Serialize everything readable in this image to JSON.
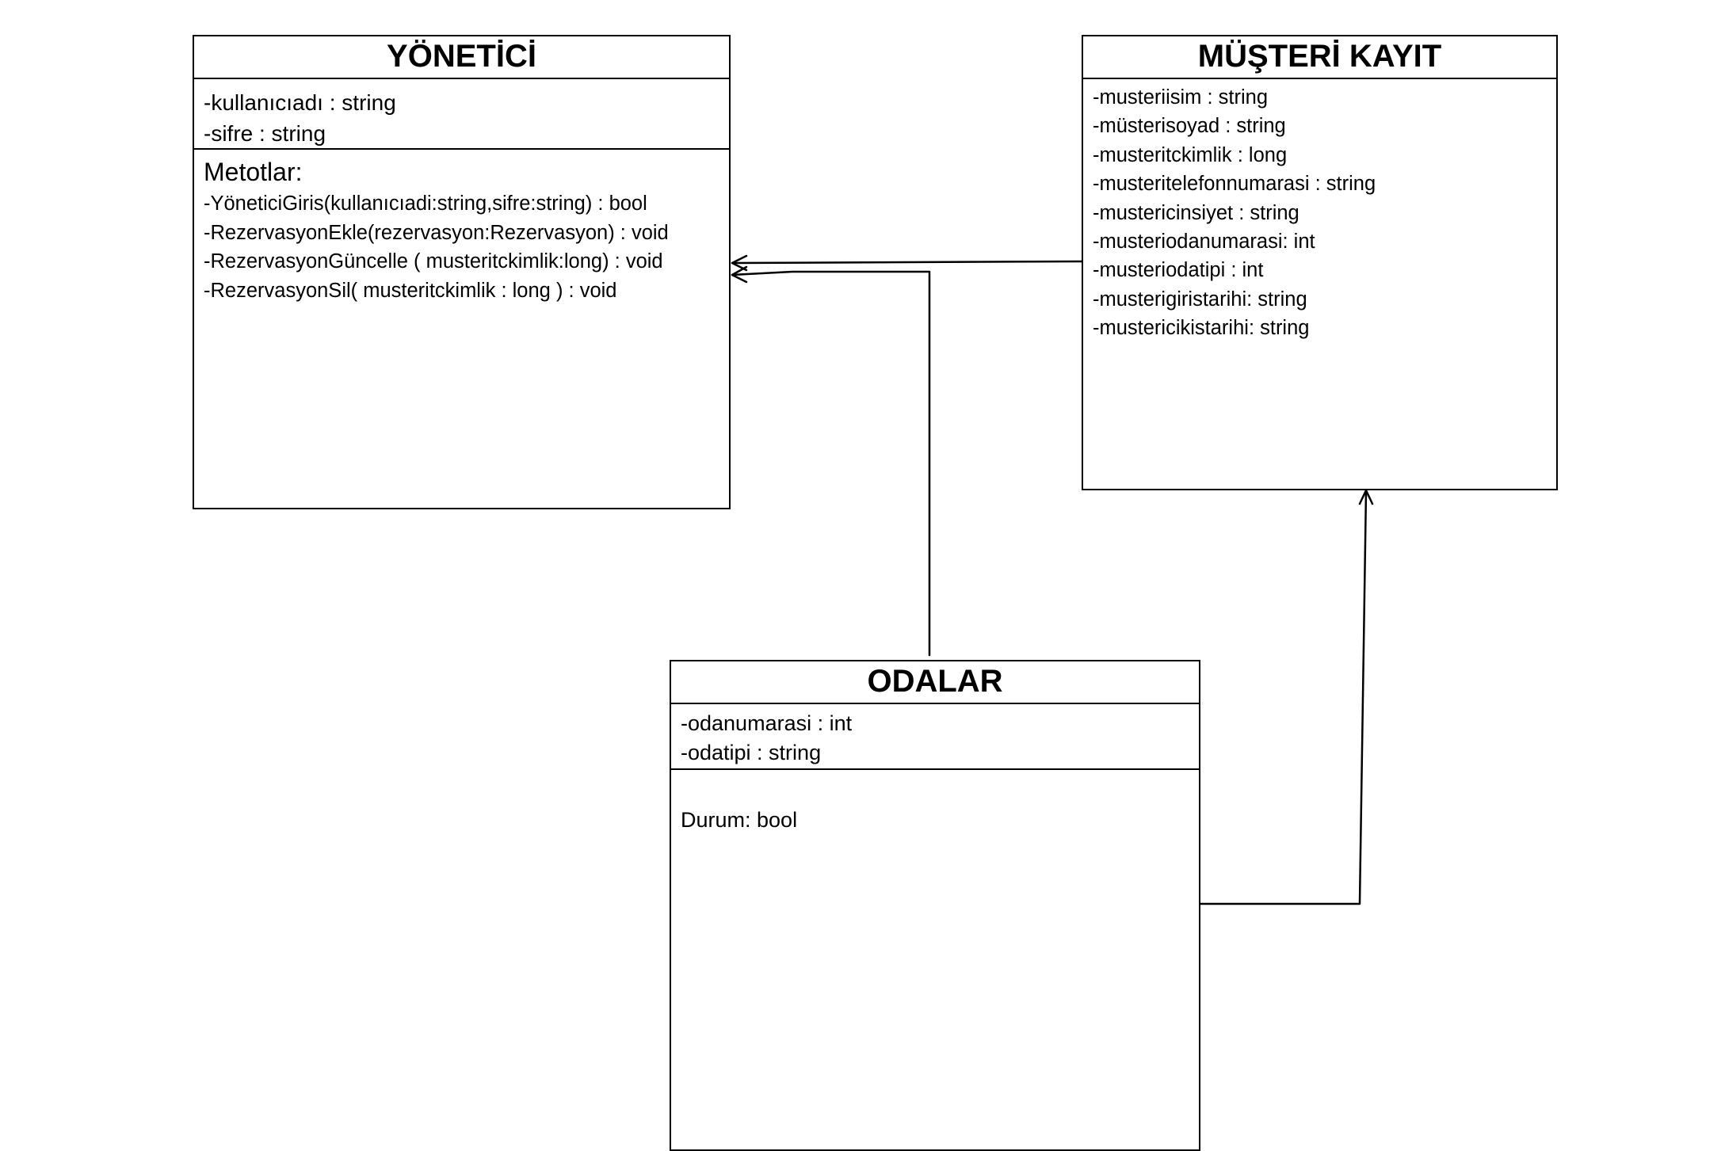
{
  "diagram": {
    "classes": {
      "yonetici": {
        "title": "YÖNETİCİ",
        "attributes": [
          "-kullanıcıadı : string",
          "-sifre : string"
        ],
        "methods_heading": "Metotlar:",
        "methods": [
          "-YöneticiGiris(kullanıcıadi:string,sifre:string) : bool",
          "-RezervasyonEkle(rezervasyon:Rezervasyon) : void",
          "-RezervasyonGüncelle ( musteritckimlik:long) : void",
          "-RezervasyonSil( musteritckimlik : long ) : void"
        ]
      },
      "musteri_kayit": {
        "title": "MÜŞTERİ KAYIT",
        "attributes": [
          "-musteriisim : string",
          "-müsterisoyad : string",
          "-musteritckimlik : long",
          "-musteritelefonnumarasi : string",
          "-mustericinsiyet : string",
          "-musteriodanumarasi: int",
          "-musteriodatipi : int",
          "-musterigiristarihi: string",
          "-mustericikistarihi: string"
        ]
      },
      "odalar": {
        "title": "ODALAR",
        "attributes": [
          "-odanumarasi : int",
          "-odatipi : string"
        ],
        "state": "Durum: bool"
      }
    },
    "relations": [
      {
        "from": "MÜŞTERİ KAYIT",
        "to": "YÖNETİCİ",
        "style": "open-arrow"
      },
      {
        "from": "ODALAR",
        "to": "YÖNETİCİ",
        "style": "open-arrow"
      },
      {
        "from": "ODALAR",
        "to": "MÜŞTERİ KAYIT",
        "style": "open-arrow"
      }
    ],
    "colors": {
      "line": "#000000",
      "background": "#ffffff"
    }
  }
}
